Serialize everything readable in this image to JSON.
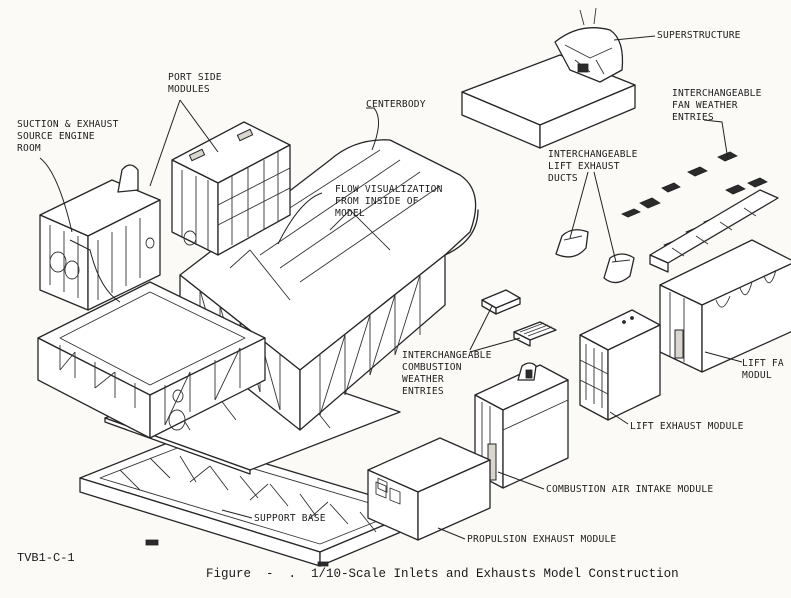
{
  "labels": {
    "superstructure": "SUPERSTRUCTURE",
    "fan_weather_entries": "INTERCHANGEABLE\nFAN WEATHER\nENTRIES",
    "port_side_modules": "PORT SIDE\nMODULES",
    "centerbody": "CENTERBODY",
    "suction_exhaust_room": "SUCTION & EXHAUST\nSOURCE ENGINE\nROOM",
    "lift_exhaust_ducts": "INTERCHANGEABLE\nLIFT EXHAUST\nDUCTS",
    "flow_visualization": "FLOW VISUALIZATION\nFROM INSIDE OF\nMODEL",
    "combustion_weather_entries": "INTERCHANGEABLE\nCOMBUSTION\nWEATHER\nENTRIES",
    "lift_fan_module": "LIFT FA\nMODUL",
    "lift_exhaust_module": "LIFT EXHAUST MODULE",
    "combustion_air_intake_module": "COMBUSTION AIR INTAKE MODULE",
    "support_base": "SUPPORT BASE",
    "propulsion_exhaust_module": "PROPULSION EXHAUST MODULE"
  },
  "document_id": "TVB1-C-1",
  "caption": "Figure  -  .  1/10-Scale Inlets and Exhausts Model Construction"
}
